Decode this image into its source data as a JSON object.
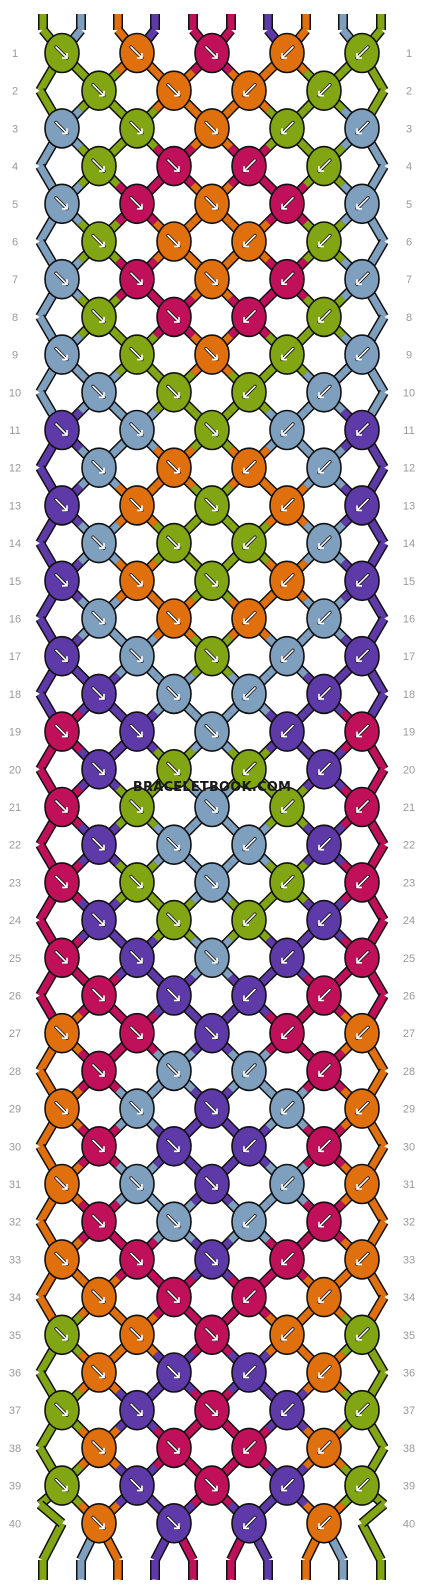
{
  "pattern": {
    "watermark": "BRACELETBOOK.COM",
    "strings": [
      {
        "letter": "A",
        "color": "#82a514"
      },
      {
        "letter": "E",
        "color": "#7f9fbf"
      },
      {
        "letter": "B",
        "color": "#e0700e"
      },
      {
        "letter": "D",
        "color": "#5e3aa8"
      },
      {
        "letter": "C",
        "color": "#c0105a"
      },
      {
        "letter": "C",
        "color": "#c0105a"
      },
      {
        "letter": "D",
        "color": "#5e3aa8"
      },
      {
        "letter": "B",
        "color": "#e0700e"
      },
      {
        "letter": "E",
        "color": "#7f9fbf"
      },
      {
        "letter": "A",
        "color": "#82a514"
      }
    ],
    "palette": {
      "A": "#82a514",
      "B": "#e0700e",
      "C": "#c0105a",
      "D": "#5e3aa8",
      "E": "#7f9fbf"
    },
    "row_count": 40,
    "rows": [
      [
        "A",
        "B",
        "C",
        "B",
        "A"
      ],
      [
        "A",
        "B",
        "B",
        "A"
      ],
      [
        "E",
        "A",
        "B",
        "A",
        "E"
      ],
      [
        "A",
        "C",
        "C",
        "A"
      ],
      [
        "E",
        "C",
        "B",
        "C",
        "E"
      ],
      [
        "A",
        "B",
        "B",
        "A"
      ],
      [
        "E",
        "C",
        "B",
        "C",
        "E"
      ],
      [
        "A",
        "C",
        "C",
        "A"
      ],
      [
        "E",
        "A",
        "B",
        "A",
        "E"
      ],
      [
        "E",
        "A",
        "A",
        "E"
      ],
      [
        "D",
        "E",
        "A",
        "E",
        "D"
      ],
      [
        "E",
        "B",
        "B",
        "E"
      ],
      [
        "D",
        "B",
        "A",
        "B",
        "D"
      ],
      [
        "E",
        "A",
        "A",
        "E"
      ],
      [
        "D",
        "B",
        "A",
        "B",
        "D"
      ],
      [
        "E",
        "B",
        "B",
        "E"
      ],
      [
        "D",
        "E",
        "A",
        "E",
        "D"
      ],
      [
        "D",
        "E",
        "E",
        "D"
      ],
      [
        "C",
        "D",
        "E",
        "D",
        "C"
      ],
      [
        "D",
        "A",
        "A",
        "D"
      ],
      [
        "C",
        "A",
        "E",
        "A",
        "C"
      ],
      [
        "D",
        "E",
        "E",
        "D"
      ],
      [
        "C",
        "A",
        "E",
        "A",
        "C"
      ],
      [
        "D",
        "A",
        "A",
        "D"
      ],
      [
        "C",
        "D",
        "E",
        "D",
        "C"
      ],
      [
        "C",
        "D",
        "D",
        "C"
      ],
      [
        "B",
        "C",
        "D",
        "C",
        "B"
      ],
      [
        "C",
        "E",
        "E",
        "C"
      ],
      [
        "B",
        "E",
        "D",
        "E",
        "B"
      ],
      [
        "C",
        "D",
        "D",
        "C"
      ],
      [
        "B",
        "E",
        "D",
        "E",
        "B"
      ],
      [
        "C",
        "E",
        "E",
        "C"
      ],
      [
        "B",
        "C",
        "D",
        "C",
        "B"
      ],
      [
        "B",
        "C",
        "C",
        "B"
      ],
      [
        "A",
        "B",
        "C",
        "B",
        "A"
      ],
      [
        "B",
        "D",
        "D",
        "B"
      ],
      [
        "A",
        "D",
        "C",
        "D",
        "A"
      ],
      [
        "B",
        "C",
        "C",
        "B"
      ],
      [
        "A",
        "D",
        "C",
        "D",
        "A"
      ],
      [
        "B",
        "D",
        "D",
        "B"
      ]
    ]
  }
}
